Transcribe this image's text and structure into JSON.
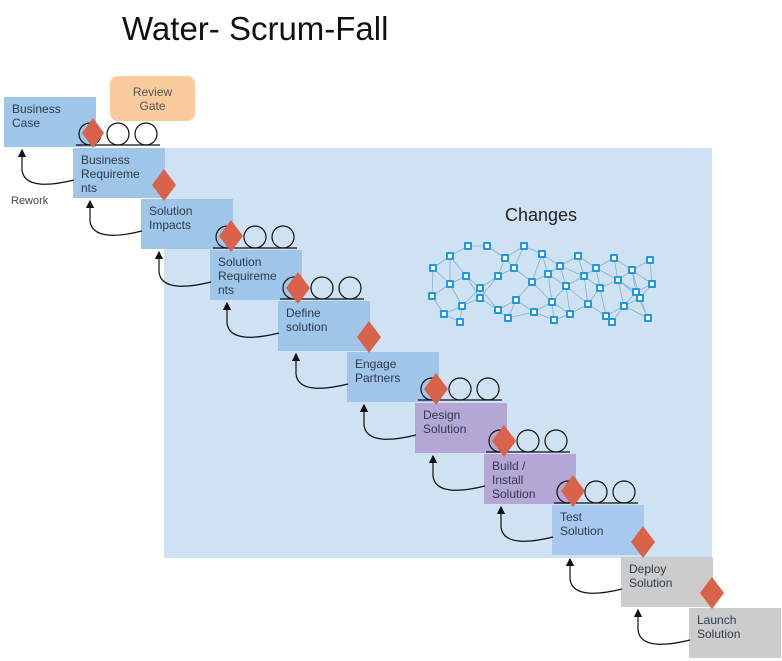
{
  "title": "Water- Scrum-Fall",
  "review_gate": {
    "label": "Review\nGate"
  },
  "rework_label": "Rework",
  "changes_label": "Changes",
  "colors": {
    "panel": "#cfe2f3",
    "step_blue": "#9fc5e8",
    "step_purple": "#b4a7d6",
    "step_grey": "#cccccc",
    "gate_diamond": "#d9634a",
    "review_gate": "#f9cb9c",
    "network_node": "#1e9be0"
  },
  "steps": [
    {
      "label": "Business\nCase"
    },
    {
      "label": "Business\nRequireme\nnts"
    },
    {
      "label": "Solution\nImpacts"
    },
    {
      "label": "Solution\nRequireme\nnts"
    },
    {
      "label": "Define\nsolution"
    },
    {
      "label": "Engage\nPartners"
    },
    {
      "label": "Design\nSolution"
    },
    {
      "label": "Build /\nInstall\nSolution"
    },
    {
      "label": "Test\nSolution"
    },
    {
      "label": "Deploy\nSolution"
    },
    {
      "label": "Launch\nSolution"
    }
  ],
  "icons": {
    "gate": "diamond-gate-icon",
    "sprint": "sprint-loop-icon",
    "rework": "rework-arrow-icon",
    "changes": "network-graph-icon"
  }
}
